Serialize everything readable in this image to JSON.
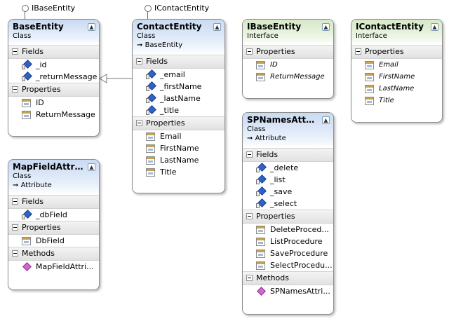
{
  "interfaces_lollipops": {
    "base_label": "IBaseEntity",
    "contact_label": "IContactEntity"
  },
  "shapes": {
    "base_entity": {
      "name": "BaseEntity",
      "kind": "Class",
      "sections": [
        {
          "title": "Fields",
          "items": [
            "_id",
            "_returnMessage"
          ]
        },
        {
          "title": "Properties",
          "items": [
            "ID",
            "ReturnMessage"
          ]
        }
      ]
    },
    "contact_entity": {
      "name": "ContactEntity",
      "kind": "Class",
      "base": "BaseEntity",
      "sections": [
        {
          "title": "Fields",
          "items": [
            "_email",
            "_firstName",
            "_lastName",
            "_title"
          ]
        },
        {
          "title": "Properties",
          "items": [
            "Email",
            "FirstName",
            "LastName",
            "Title"
          ]
        }
      ]
    },
    "ibase_entity": {
      "name": "IBaseEntity",
      "kind": "Interface",
      "sections": [
        {
          "title": "Properties",
          "items": [
            "ID",
            "ReturnMessage"
          ]
        }
      ]
    },
    "icontact_entity": {
      "name": "IContactEntity",
      "kind": "Interface",
      "sections": [
        {
          "title": "Properties",
          "items": [
            "Email",
            "FirstName",
            "LastName",
            "Title"
          ]
        }
      ]
    },
    "mapfield_attribute": {
      "name": "MapFieldAttri...",
      "kind": "Class",
      "base": "Attribute",
      "sections": [
        {
          "title": "Fields",
          "items": [
            "_dbField"
          ]
        },
        {
          "title": "Properties",
          "items": [
            "DbField"
          ]
        },
        {
          "title": "Methods",
          "items": [
            "MapFieldAttri..."
          ]
        }
      ]
    },
    "spnames_attribute": {
      "name": "SPNamesAttri...",
      "kind": "Class",
      "base": "Attribute",
      "sections": [
        {
          "title": "Fields",
          "items": [
            "_delete",
            "_list",
            "_save",
            "_select"
          ]
        },
        {
          "title": "Properties",
          "items": [
            "DeleteProced...",
            "ListProcedure",
            "SaveProcedure",
            "SelectProcedu..."
          ]
        },
        {
          "title": "Methods",
          "items": [
            "SPNamesAttri..."
          ]
        }
      ]
    }
  }
}
